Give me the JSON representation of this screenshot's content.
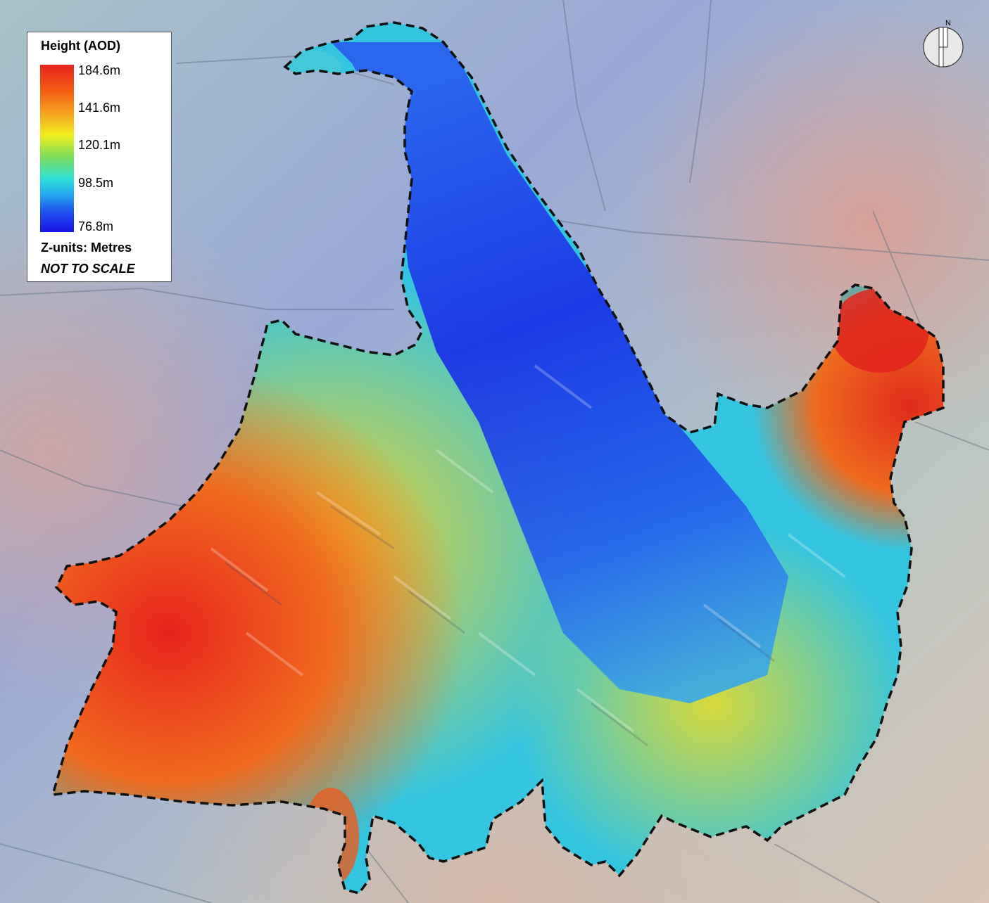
{
  "legend": {
    "title": "Height (AOD)",
    "stops": [
      "184.6m",
      "141.6m",
      "120.1m",
      "98.5m",
      "76.8m"
    ],
    "units": "Z-units: Metres",
    "scale_note": "NOT TO SCALE",
    "ramp_colors": [
      "#e8231d",
      "#f6a820",
      "#f0ee1e",
      "#2ee0d6",
      "#1a12e6"
    ]
  },
  "north_arrow": {
    "label": "N"
  },
  "colors": {
    "high": "#e8231d",
    "mid_high": "#f6a820",
    "mid": "#f0ee1e",
    "mid_low": "#2ee0d6",
    "low": "#1a12e6",
    "boundary": "#111111"
  }
}
